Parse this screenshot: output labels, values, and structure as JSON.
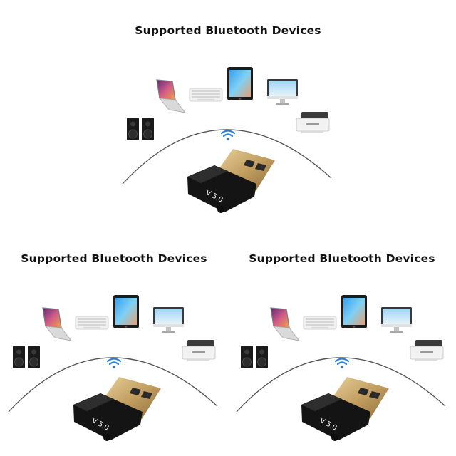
{
  "panels": [
    {
      "title": "Supported Bluetooth Devices",
      "adapter_label": "V 5.0"
    },
    {
      "title": "Supported Bluetooth Devices",
      "adapter_label": "V 5.0"
    },
    {
      "title": "Supported Bluetooth Devices",
      "adapter_label": "V 5.0"
    }
  ],
  "devices": [
    "speakers-icon",
    "laptop-icon",
    "keyboard-icon",
    "tablet-icon",
    "monitor-icon",
    "printer-icon",
    "bluetooth-signal-icon",
    "usb-adapter"
  ],
  "colors": {
    "signal": "#2a7fd4",
    "adapter_body": "#141414",
    "connector": "#c9a96a"
  }
}
